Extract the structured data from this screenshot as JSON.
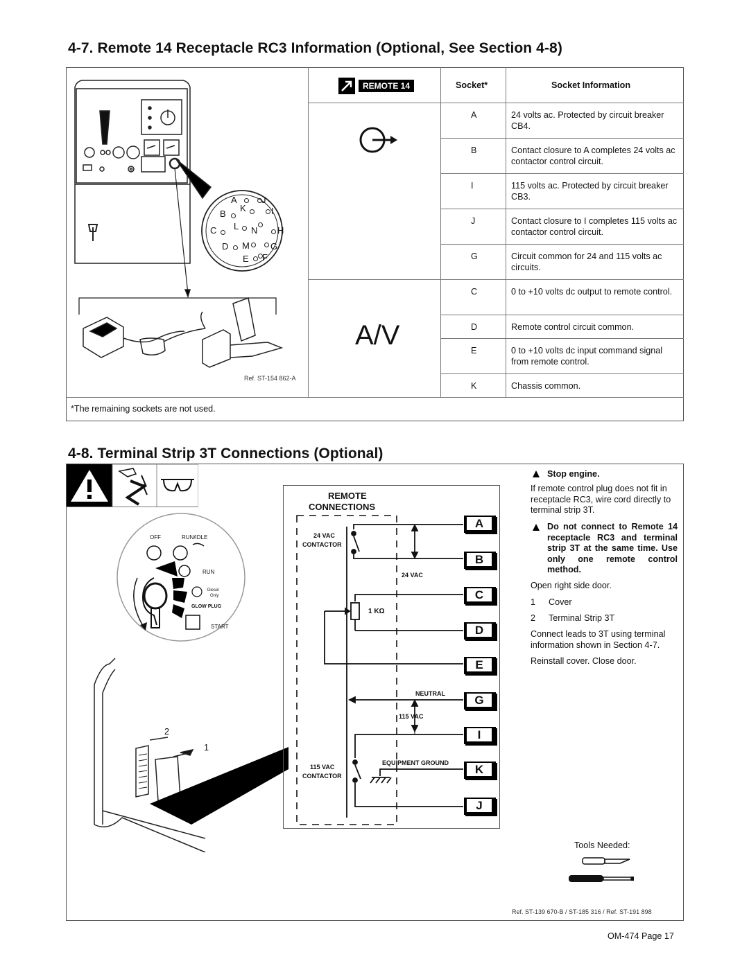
{
  "section7": {
    "title": "4-7. Remote 14 Receptacle RC3 Information (Optional, See Section 4-8)",
    "remote_label": "REMOTE 14",
    "col_socket": "Socket*",
    "col_info": "Socket Information",
    "av_label": "A/V",
    "rows": [
      {
        "socket": "A",
        "info": "24 volts ac. Protected by circuit breaker CB4."
      },
      {
        "socket": "B",
        "info": "Contact closure to A completes 24 volts ac contactor control circuit."
      },
      {
        "socket": "I",
        "info": "115 volts ac. Protected by circuit breaker CB3."
      },
      {
        "socket": "J",
        "info": "Contact closure to I completes 115 volts ac contactor control circuit."
      },
      {
        "socket": "G",
        "info": "Circuit common for 24 and 115 volts ac circuits."
      },
      {
        "socket": "C",
        "info": "0 to +10 volts dc output to remote control."
      },
      {
        "socket": "D",
        "info": "Remote control circuit common."
      },
      {
        "socket": "E",
        "info": "0 to +10 volts dc input command signal from remote control."
      },
      {
        "socket": "K",
        "info": "Chassis common."
      }
    ],
    "ref": "Ref. ST-154 862-A",
    "footnote": "*The remaining sockets are not used.",
    "pins": [
      "A",
      "J",
      "B",
      "K",
      "I",
      "C",
      "L",
      "N",
      "H",
      "D",
      "M",
      "G",
      "E",
      "F"
    ]
  },
  "section8": {
    "title": "4-8. Terminal Strip 3T Connections (Optional)",
    "dial": {
      "off": "OFF",
      "run_idle": "RUN/IDLE",
      "run": "RUN",
      "diesel": "Diesel",
      "only": "Only",
      "glow_plug": "GLOW PLUG",
      "start": "START"
    },
    "diagram": {
      "remote": "REMOTE",
      "connections": "CONNECTIONS",
      "vac24": "24 VAC",
      "contactor": "CONTACTOR",
      "vac24b": "24 VAC",
      "kohm": "1 KΩ",
      "neutral": "NEUTRAL",
      "vac115": "115 VAC",
      "vac115b": "115 VAC",
      "contactor2": "CONTACTOR",
      "equip_ground": "EQUIPMENT GROUND",
      "terminals": [
        "A",
        "B",
        "C",
        "D",
        "E",
        "G",
        "I",
        "K",
        "J"
      ]
    },
    "callout1": "1",
    "callout2": "2",
    "stop_engine": "Stop engine.",
    "para1": "If remote control plug does not fit in receptacle RC3, wire cord directly to terminal strip 3T.",
    "warning2": "Do not connect to Remote 14 receptacle RC3 and terminal strip 3T at the same time. Use only one remote control method.",
    "open_door": "Open right side door.",
    "items": [
      {
        "num": "1",
        "label": "Cover"
      },
      {
        "num": "2",
        "label": "Terminal Strip 3T"
      }
    ],
    "connect": "Connect leads to 3T using terminal information shown in Section 4-7.",
    "reinstall": "Reinstall cover. Close door.",
    "tools": "Tools Needed:",
    "ref": "Ref. ST-139 670-B / ST-185 316 / Ref. ST-191 898"
  },
  "page_footer": "OM-474 Page 17"
}
